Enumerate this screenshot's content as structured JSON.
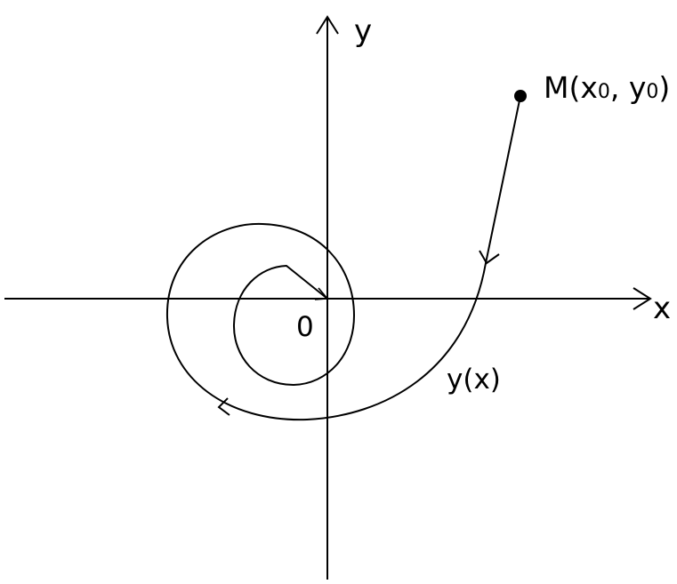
{
  "axes": {
    "x_label": "x",
    "y_label": "y",
    "origin_label": "0"
  },
  "point": {
    "prefix": "M(x",
    "x_sub": "0",
    "middle": ", y",
    "y_sub": "0",
    "suffix": ")"
  },
  "curve": {
    "label": "y(x)"
  },
  "colors": {
    "ink": "#000000",
    "background": "#ffffff"
  }
}
